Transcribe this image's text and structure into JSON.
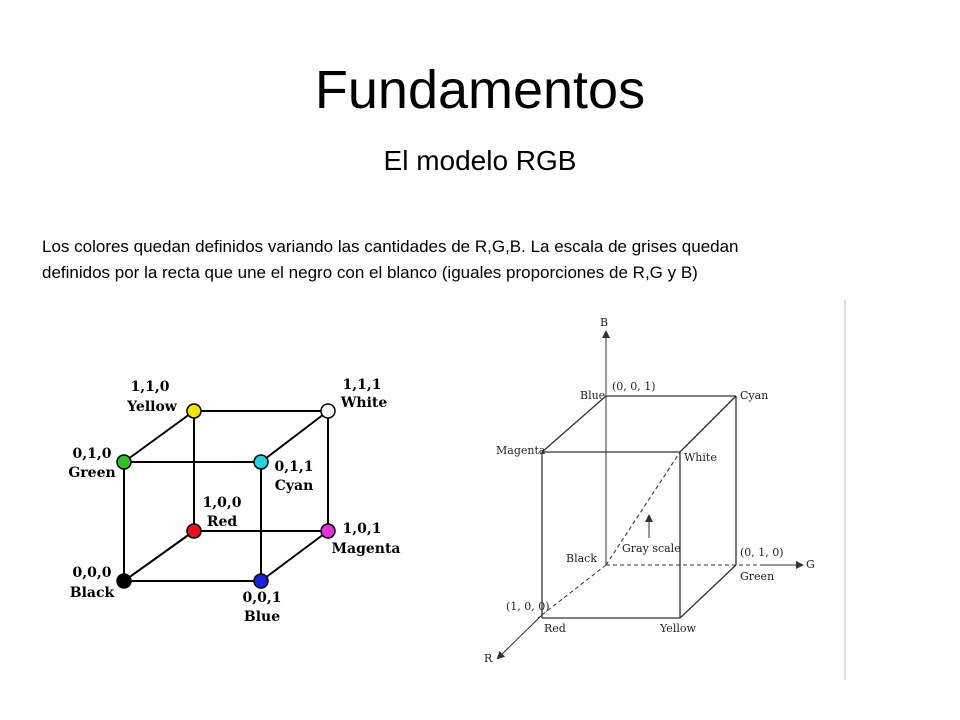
{
  "slide": {
    "title": "Fundamentos",
    "subtitle": "El modelo RGB",
    "description_line1": "Los colores quedan definidos variando las cantidades de R,G,B. La escala de grises quedan",
    "description_line2": "definidos por la recta que une el negro con el blanco (iguales proporciones de R,G y B)"
  },
  "left_cube": {
    "labels": {
      "yellow_coord": "1,1,0",
      "yellow_name": "Yellow",
      "white_coord": "1,1,1",
      "white_name": "White",
      "green_coord": "0,1,0",
      "green_name": "Green",
      "cyan_coord": "0,1,1",
      "cyan_name": "Cyan",
      "red_coord": "1,0,0",
      "red_name": "Red",
      "magenta_coord": "1,0,1",
      "magenta_name": "Magenta",
      "black_coord": "0,0,0",
      "black_name": "Black",
      "blue_coord": "0,0,1",
      "blue_name": "Blue"
    },
    "colors": {
      "yellow": "#f2e600",
      "white": "#ffffff",
      "green": "#2bc42b",
      "cyan": "#1fd3e0",
      "red": "#e8101a",
      "magenta": "#e52fe0",
      "black": "#000000",
      "blue": "#1424d8"
    }
  },
  "right_cube": {
    "axis_b": "B",
    "axis_g": "G",
    "axis_r": "R",
    "blue_label": "Blue",
    "blue_coord": "(0, 0, 1)",
    "cyan_label": "Cyan",
    "magenta_label": "Magenta",
    "white_label": "White",
    "gray_scale_label": "Gray scale",
    "black_label": "Black",
    "green_coord": "(0, 1, 0)",
    "green_label": "Green",
    "red_coord": "(1, 0, 0)",
    "red_label": "Red",
    "yellow_label": "Yellow"
  }
}
